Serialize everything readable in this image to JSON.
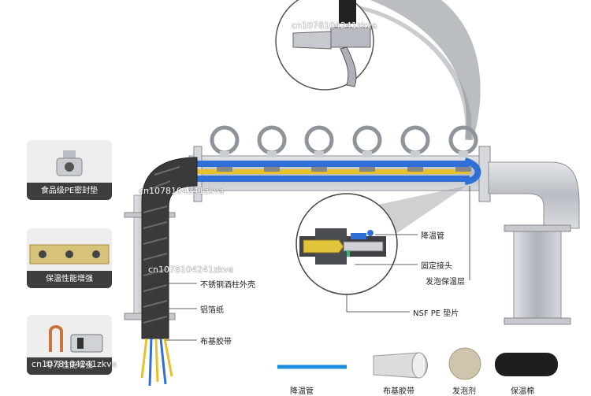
{
  "side_cards": [
    {
      "label": "食品级PE密封垫",
      "icon": "seal-gasket-icon"
    },
    {
      "label": "保温性能增强",
      "icon": "insulated-tube-icon"
    },
    {
      "label": "导冷性能增强",
      "icon": "copper-coil-icon"
    }
  ],
  "callouts": {
    "shell": "不锈钢酒柱外壳",
    "foil": "铝箔纸",
    "tape": "布基胶带",
    "cooling_tube": "降温管",
    "fitting": "固定接头",
    "foam_layer": "发泡保温层",
    "nsf_pad": "NSF PE 垫片"
  },
  "bottom_materials": [
    {
      "label": "降温管",
      "icon": "cooling-tube-icon"
    },
    {
      "label": "布基胶带",
      "icon": "tape-roll-icon"
    },
    {
      "label": "发泡剂",
      "icon": "foam-disc-icon"
    },
    {
      "label": "保温棉",
      "icon": "insulation-pipe-icon"
    }
  ],
  "watermark": "cn1078104241zkva",
  "colors": {
    "steel": "#c9ccd1",
    "blue_tube": "#2f6fd6",
    "yellow_tube": "#e6c12a",
    "dark_wrap": "#3a3a3a",
    "cap_bg": "#3d3d3d"
  }
}
